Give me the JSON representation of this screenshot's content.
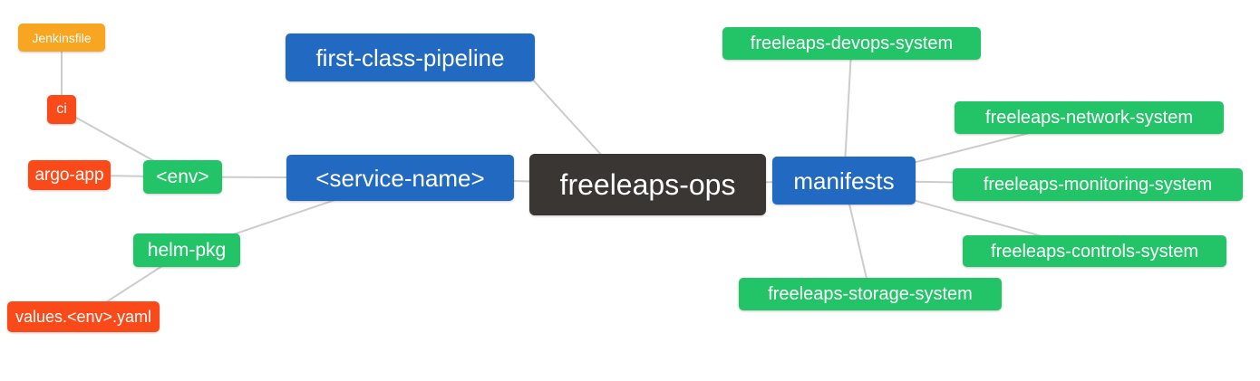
{
  "diagram": {
    "type": "mind-map",
    "root": {
      "label": "freeleaps-ops"
    },
    "nodes": {
      "jenkinsfile": {
        "label": "Jenkinsfile"
      },
      "ci": {
        "label": "ci"
      },
      "argo_app": {
        "label": "argo-app"
      },
      "env": {
        "label": "<env>"
      },
      "helm_pkg": {
        "label": "helm-pkg"
      },
      "values_env_yaml": {
        "label": "values.<env>.yaml"
      },
      "first_class_pipeline": {
        "label": "first-class-pipeline"
      },
      "service_name": {
        "label": "<service-name>"
      },
      "manifests": {
        "label": "manifests"
      },
      "devops_system": {
        "label": "freeleaps-devops-system"
      },
      "network_system": {
        "label": "freeleaps-network-system"
      },
      "monitoring_system": {
        "label": "freeleaps-monitoring-system"
      },
      "controls_system": {
        "label": "freeleaps-controls-system"
      },
      "storage_system": {
        "label": "freeleaps-storage-system"
      }
    },
    "edges": [
      {
        "from": "jenkinsfile",
        "to": "ci"
      },
      {
        "from": "ci",
        "to": "env"
      },
      {
        "from": "argo_app",
        "to": "env"
      },
      {
        "from": "env",
        "to": "service_name"
      },
      {
        "from": "helm_pkg",
        "to": "service_name"
      },
      {
        "from": "values_env_yaml",
        "to": "helm_pkg"
      },
      {
        "from": "first_class_pipeline",
        "to": "freeleaps-ops"
      },
      {
        "from": "service_name",
        "to": "freeleaps-ops"
      },
      {
        "from": "freeleaps-ops",
        "to": "manifests"
      },
      {
        "from": "manifests",
        "to": "devops_system"
      },
      {
        "from": "manifests",
        "to": "network_system"
      },
      {
        "from": "manifests",
        "to": "monitoring_system"
      },
      {
        "from": "manifests",
        "to": "controls_system"
      },
      {
        "from": "manifests",
        "to": "storage_system"
      }
    ],
    "colors": {
      "root_bg": "#3A3634",
      "branch_bg": "#2169C1",
      "system_leaf_bg": "#23C368",
      "artifact_leaf_bg": "#FA4A19",
      "jenkinsfile_bg": "#F8A522",
      "node_text": "#FFFFFF",
      "edge_line": "#CCCCCC",
      "canvas_bg": "#FFFFFF"
    }
  }
}
